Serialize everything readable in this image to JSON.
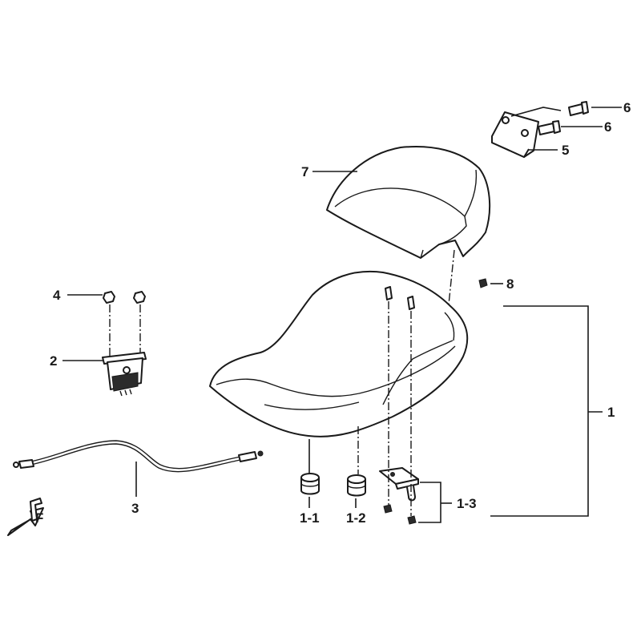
{
  "callouts": {
    "c1": "1",
    "c1_1": "1-1",
    "c1_2": "1-2",
    "c1_3": "1-3",
    "c2": "2",
    "c3": "3",
    "c4": "4",
    "c5": "5",
    "c6a": "6",
    "c6b": "6",
    "c7": "7",
    "c8": "8"
  },
  "front_marker": "F"
}
